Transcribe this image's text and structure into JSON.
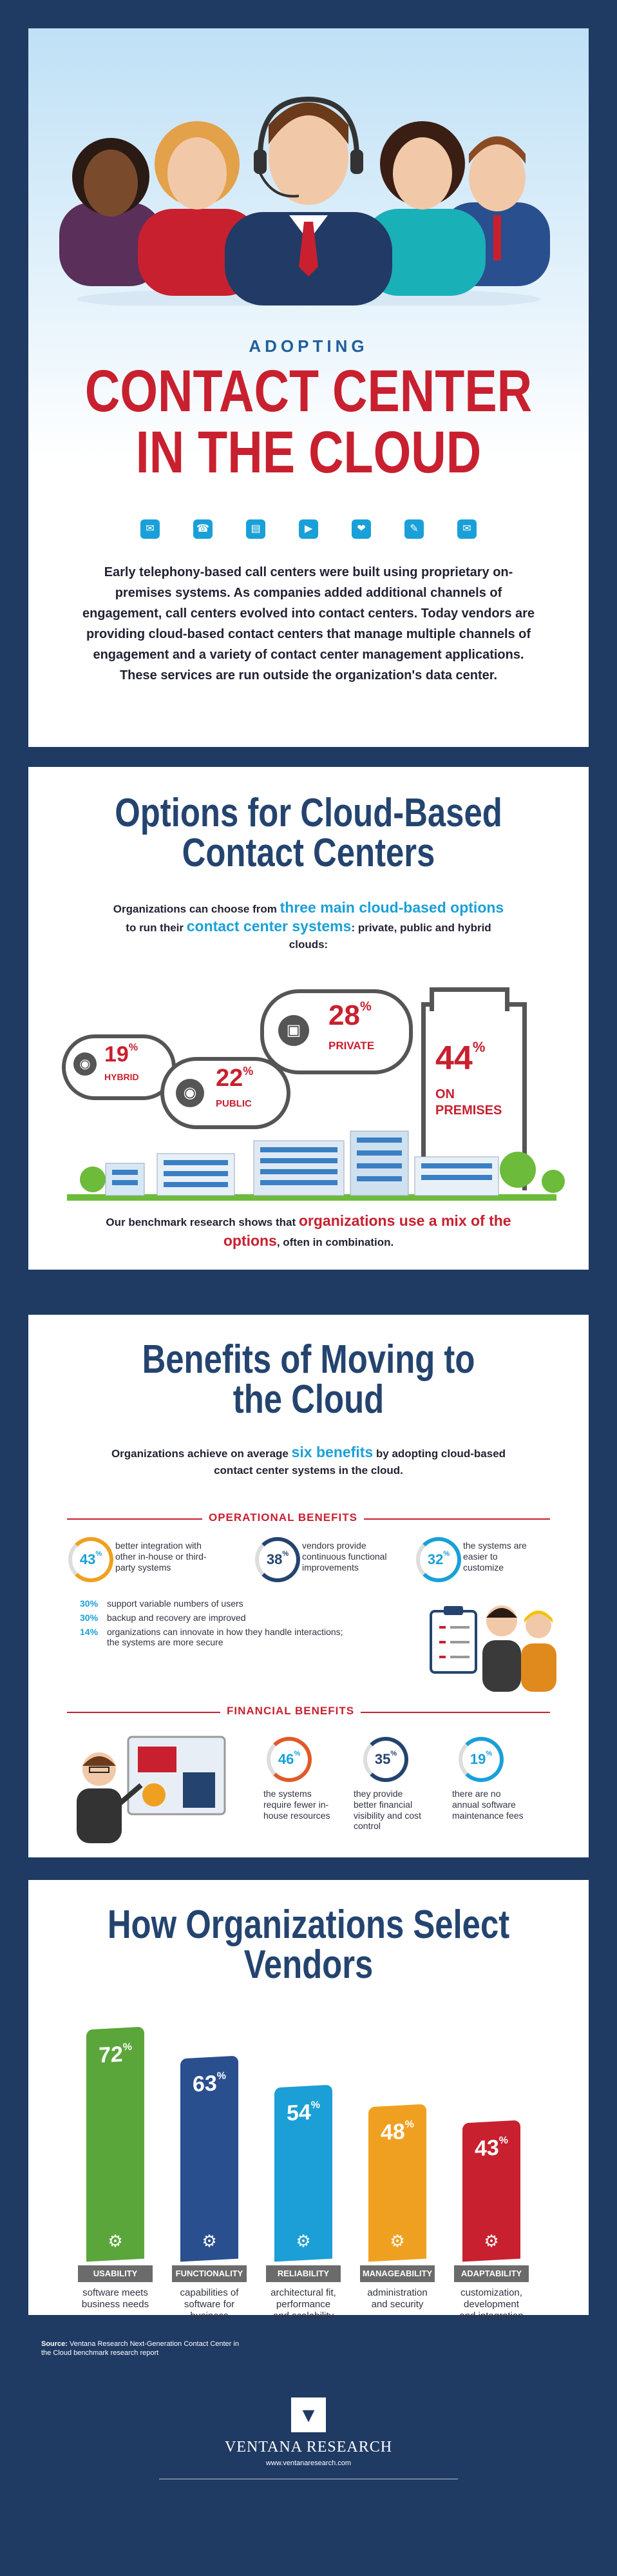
{
  "hero": {
    "kicker": "ADOPTING",
    "title_line1": "CONTACT CENTER",
    "title_line2": "IN THE CLOUD",
    "intro": "Early telephony-based call centers were built using proprietary on-premises systems. As companies added additional channels of engagement, call centers evolved into contact centers. Today vendors are providing cloud-based contact centers that manage multiple channels of engagement and a variety of contact center management applications. These services are run outside the organization's data center.",
    "channel_icons": [
      "chat-icon",
      "mobile-icon",
      "document-icon",
      "video-icon",
      "social-icon",
      "message-icon",
      "email-icon"
    ]
  },
  "options": {
    "heading_line1": "Options for Cloud-Based",
    "heading_line2": "Contact Centers",
    "lead_1": "Organizations can choose from ",
    "lead_hl1": "three main cloud-based options",
    "lead_2": " to run their ",
    "lead_hl2": "contact center systems",
    "lead_3": ": private, public and hybrid clouds:",
    "hybrid_pct": "19",
    "hybrid_label": "HYBRID",
    "public_pct": "22",
    "public_label": "PUBLIC",
    "private_pct": "28",
    "private_label": "PRIVATE",
    "onprem_pct": "44",
    "onprem_label_1": "ON",
    "onprem_label_2": "PREMISES",
    "pct_sign": "%",
    "footer_1": "Our benchmark research shows that ",
    "footer_hl": "organizations use a mix of the options",
    "footer_2": ", often in combination."
  },
  "benefits": {
    "heading_line1": "Benefits of Moving to",
    "heading_line2": "the Cloud",
    "lead_1": "Organizations achieve on average ",
    "lead_hl": "six benefits",
    "lead_2": " by adopting cloud-based contact center systems in the cloud.",
    "operational_label": "OPERATIONAL BENEFITS",
    "op1_pct": "43",
    "op1_text": "better integration with other in-house or third-party systems",
    "op2_pct": "38",
    "op2_text": "vendors provide continuous functional improvements",
    "op3_pct": "32",
    "op3_text": "the systems are easier to customize",
    "list": [
      {
        "pct": "30%",
        "text": "support variable numbers of users"
      },
      {
        "pct": "30%",
        "text": "backup and recovery are improved"
      },
      {
        "pct": "14%",
        "text": "organizations can innovate in how they handle interactions; the systems are more secure"
      }
    ],
    "financial_label": "FINANCIAL BENEFITS",
    "fin1_pct": "46",
    "fin1_text": "the systems require fewer in-house resources",
    "fin2_pct": "35",
    "fin2_text": "they provide better financial visibility and cost control",
    "fin3_pct": "19",
    "fin3_text": "there are no annual software maintenance fees",
    "pct_sign": "%"
  },
  "vendors": {
    "heading_line1": "How Organizations Select",
    "heading_line2": "Vendors",
    "pct_sign": "%",
    "bars": [
      {
        "pct": 72,
        "label": "USABILITY",
        "desc": "software meets business needs",
        "color": "#5aa63a",
        "icon": "touch-icon"
      },
      {
        "pct": 63,
        "label": "FUNCTIONALITY",
        "desc": "capabilities of software for business",
        "color": "#2a4f8f",
        "icon": "gear-icon"
      },
      {
        "pct": 54,
        "label": "RELIABILITY",
        "desc": "architectural fit, performance and scalability",
        "color": "#1b9fd6",
        "icon": "hammer-icon"
      },
      {
        "pct": 48,
        "label": "MANAGEABILITY",
        "desc": "administration and security",
        "color": "#f0a020",
        "icon": "lock-icon"
      },
      {
        "pct": 43,
        "label": "ADAPTABILITY",
        "desc": "customization, development and integration",
        "color": "#c8202f",
        "icon": "tools-icon"
      }
    ]
  },
  "footer": {
    "source_label": "Source:",
    "source_text": " Ventana Research Next-Generation Contact Center in the Cloud benchmark research report",
    "brand": "VENTANA RESEARCH",
    "url": "www.ventanaresearch.com"
  }
}
